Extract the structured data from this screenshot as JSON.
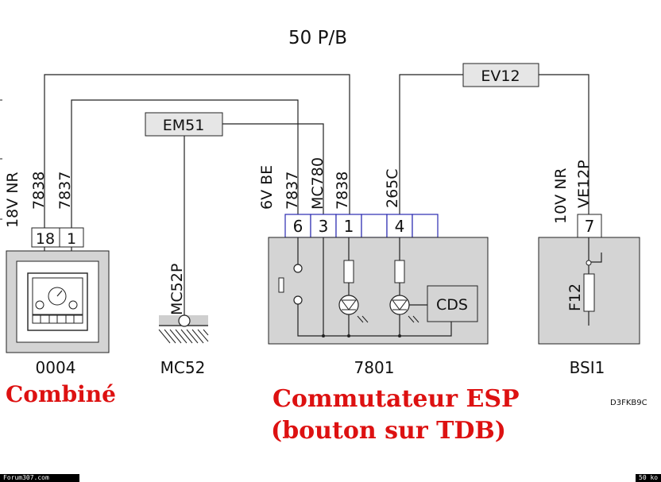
{
  "title": "50 P/B",
  "ref_code": "D3FKB9C",
  "footer": {
    "left": "Forum307.com",
    "right": "50 ko"
  },
  "labels": {
    "comb_18v_nr": "18V NR",
    "comb_7838": "7838",
    "comb_7837": "7837",
    "mc52p": "MC52P",
    "esp_6v_be": "6V BE",
    "esp_7837": "7837",
    "esp_mc780": "MC780",
    "esp_7838": "7838",
    "esp_265c": "265C",
    "bsi_10v_nr": "10V NR",
    "bsi_ve12p": "VE12P",
    "fuse_f12": "F12"
  },
  "connectors": {
    "em51": "EM51",
    "ev12": "EV12"
  },
  "combine": {
    "code": "0004",
    "caption": "Combiné",
    "pins": [
      "18",
      "1"
    ]
  },
  "ground": {
    "code": "MC52"
  },
  "esp": {
    "code": "7801",
    "caption_line1": "Commutateur ESP",
    "caption_line2": "(bouton sur TDB)",
    "pins": [
      "6",
      "3",
      "1",
      "",
      "4",
      ""
    ],
    "cds": "CDS"
  },
  "bsi": {
    "code": "BSI1",
    "pins": [
      "7"
    ]
  }
}
